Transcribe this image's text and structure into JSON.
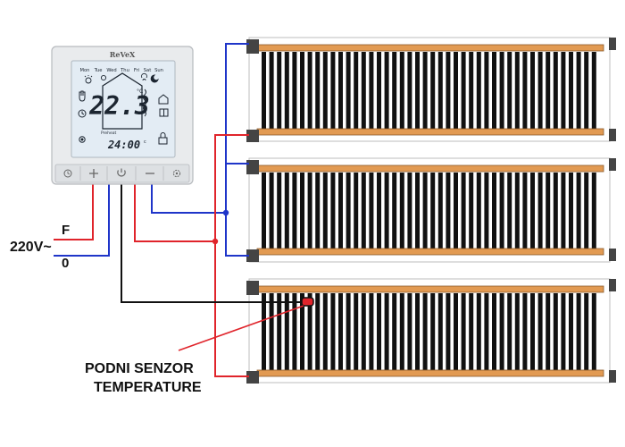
{
  "thermostat": {
    "brand": "ReVeX",
    "days": [
      "Mon",
      "Tue",
      "Wed",
      "Thu",
      "Fri",
      "Sat",
      "Sun"
    ],
    "temperature": "22.3",
    "time": "24:00",
    "time_suffix": "c",
    "preheat_label": "Preheat",
    "buttons": [
      "clock-button",
      "plus-button",
      "power-button",
      "minus-button",
      "settings-button"
    ]
  },
  "labels": {
    "phase": "F",
    "neutral": "0",
    "voltage": "220V~",
    "sensor_line1": "PODNI SENZOR",
    "sensor_line2": "TEMPERATURE"
  },
  "heating_films": {
    "count": 3,
    "stripe_color": "#111111",
    "edge_color": "#e29a52",
    "terminal_color": "#444444"
  },
  "colors": {
    "wire_phase": "#e0242b",
    "wire_neutral": "#1f35c9",
    "wire_sensor": "#111111",
    "sensor_pointer": "#e0242b"
  }
}
